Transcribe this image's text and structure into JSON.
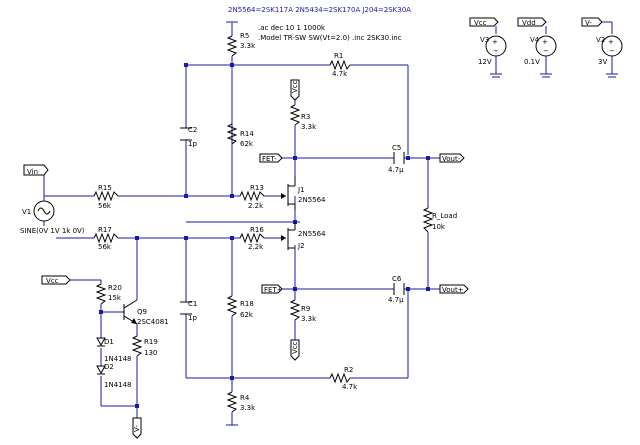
{
  "header": {
    "directive_1": "2N5564=2SK117A   2N5434=2SK170A   J204=2SK30A",
    "directive_2": ".ac dec 10 1 1000k",
    "directive_3": ".Model TR-SW SW(Vt=2.0)   .inc 2SK30.inc"
  },
  "sources": {
    "v3": {
      "net": "Vcc",
      "name": "V3",
      "value": "12V"
    },
    "v4": {
      "net": "Vdd",
      "name": "V4",
      "value": "0.1V"
    },
    "v2": {
      "net": "V-",
      "name": "V2",
      "value": "3V"
    },
    "v1": {
      "name": "V1",
      "value": "SINE(0V 1V 1k 0V)"
    }
  },
  "components": {
    "r5": {
      "name": "R5",
      "value": "3.3k"
    },
    "r1": {
      "name": "R1",
      "value": "4.7k"
    },
    "r3": {
      "name": "R3",
      "value": "3.3k"
    },
    "c2": {
      "name": "C2",
      "value": "1p"
    },
    "r14": {
      "name": "R14",
      "value": "62k"
    },
    "c5": {
      "name": "C5",
      "value": "4.7µ"
    },
    "r15": {
      "name": "R15",
      "value": "56k"
    },
    "r13": {
      "name": "R13",
      "value": "2.2k"
    },
    "j1": {
      "name": "J1",
      "value": "2N5564"
    },
    "r17": {
      "name": "R17",
      "value": "56k"
    },
    "r16": {
      "name": "R16",
      "value": "2.2k"
    },
    "j2": {
      "name": "J2",
      "value": "2N5564"
    },
    "rload": {
      "name": "R_Load",
      "value": "10k"
    },
    "r20": {
      "name": "R20",
      "value": "15k"
    },
    "q9": {
      "name": "Q9",
      "value": "2SC4081"
    },
    "c6": {
      "name": "C6",
      "value": "4.7µ"
    },
    "c1": {
      "name": "C1",
      "value": "1p"
    },
    "r18": {
      "name": "R18",
      "value": "62k"
    },
    "r9": {
      "name": "R9",
      "value": "3.3k"
    },
    "d1": {
      "name": "D1",
      "value": "1N4148"
    },
    "r19": {
      "name": "R19",
      "value": "130"
    },
    "d2": {
      "name": "D2",
      "value": "1N4148"
    },
    "r2": {
      "name": "R2",
      "value": "4.7k"
    },
    "r4": {
      "name": "R4",
      "value": "3.3k"
    }
  },
  "nets": {
    "vin": "Vin",
    "vcc_r20": "Vcc",
    "vcc_r3": "Vcc",
    "vcc_r9": "Vcc",
    "fet_minus": "FET-",
    "fet_plus": "FET+",
    "vout_minus": "Vout-",
    "vout_plus": "Vout+",
    "vminus_bottom": "V-"
  },
  "colors": {
    "wire": "#1a1aa8",
    "part": "#000000",
    "directive": "#1a1aa8"
  }
}
